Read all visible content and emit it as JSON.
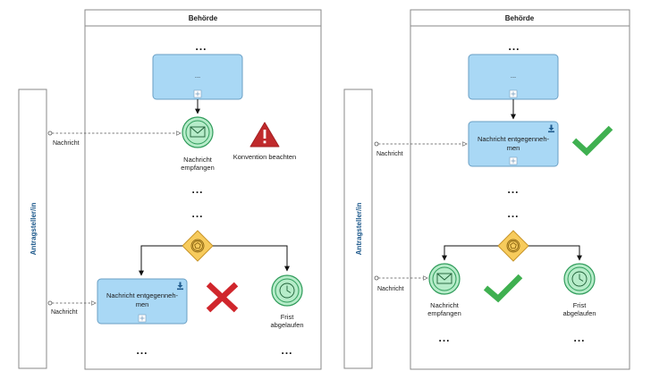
{
  "left": {
    "pool_title": "Behörde",
    "lane_label": "Antragsteller/in",
    "task_top_label": "...",
    "event_top_label": [
      "Nachricht",
      "empfangen"
    ],
    "warning_label": "Konvention beachten",
    "message_label_top": "Nachricht",
    "message_label_bottom": "Nachricht",
    "task_bottom_label": [
      "Nachricht entgegenneh-",
      "men"
    ],
    "timer_label": [
      "Frist",
      "abgelaufen"
    ],
    "dots": "..."
  },
  "right": {
    "pool_title": "Behörde",
    "lane_label": "Antragsteller/in",
    "task_top_label": "...",
    "task_receive_label": [
      "Nachricht entgegenneh-",
      "men"
    ],
    "message_label_top": "Nachricht",
    "message_label_bottom": "Nachricht",
    "event_label": [
      "Nachricht",
      "empfangen"
    ],
    "timer_label": [
      "Frist",
      "abgelaufen"
    ],
    "dots": "..."
  },
  "colors": {
    "task_fill": "#a9d8f5",
    "event_fill": "#b6ecc9",
    "gateway_fill": "#f7cb5c",
    "warning": "#c0292b",
    "wrong": "#d0262c",
    "correct": "#3fb050",
    "lane_text": "#1f5a8c"
  },
  "icons": [
    "envelope-icon",
    "clock-icon",
    "pentagon-icon",
    "warning-icon",
    "cross-icon",
    "checkmark-icon",
    "manual-task-icon",
    "plus-icon"
  ]
}
